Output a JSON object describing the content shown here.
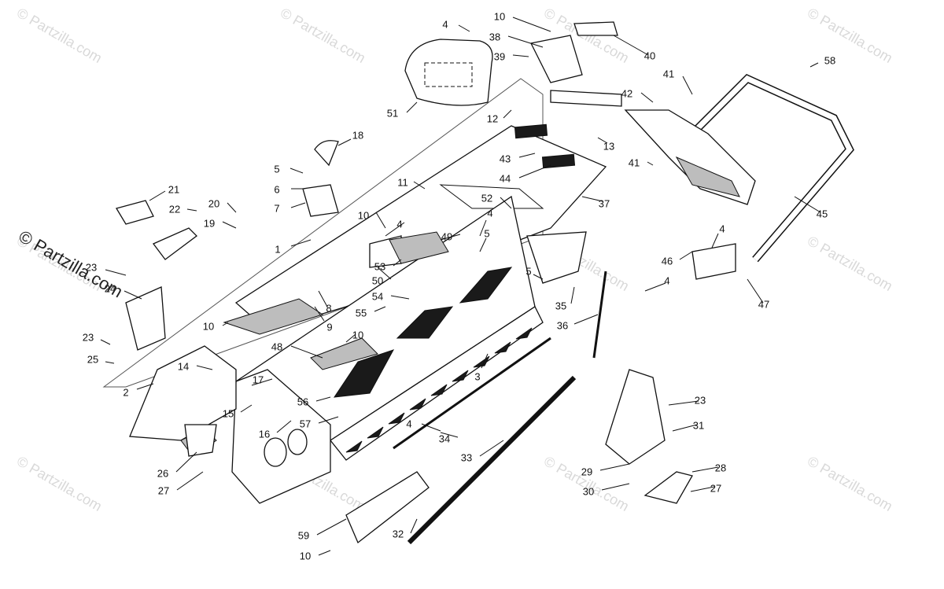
{
  "watermark": {
    "text": "© Partzilla.com"
  },
  "diagram": {
    "callouts": [
      "1",
      "2",
      "3",
      "4",
      "4",
      "4",
      "4",
      "4",
      "4",
      "5",
      "5",
      "5",
      "6",
      "7",
      "8",
      "9",
      "10",
      "10",
      "10",
      "10",
      "10",
      "11",
      "12",
      "13",
      "14",
      "15",
      "16",
      "17",
      "18",
      "19",
      "20",
      "21",
      "22",
      "23",
      "23",
      "23",
      "24",
      "25",
      "26",
      "27",
      "27",
      "28",
      "29",
      "30",
      "31",
      "32",
      "33",
      "34",
      "35",
      "36",
      "37",
      "38",
      "39",
      "40",
      "41",
      "41",
      "42",
      "43",
      "44",
      "45",
      "46",
      "47",
      "48",
      "49",
      "50",
      "51",
      "52",
      "53",
      "54",
      "55",
      "56",
      "57",
      "58",
      "59"
    ]
  }
}
